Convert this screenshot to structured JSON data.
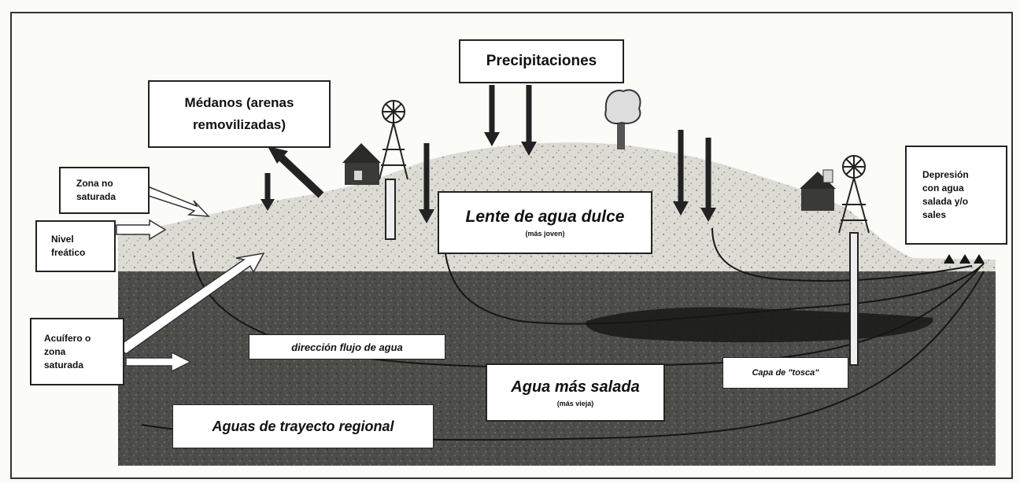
{
  "labels": {
    "precipitaciones": "Precipitaciones",
    "medanos_line1": "Médanos (arenas",
    "medanos_line2": "removilizadas)",
    "zona_no_saturada_line1": "Zona no",
    "zona_no_saturada_line2": "saturada",
    "nivel_freatico_line1": "Nivel",
    "nivel_freatico_line2": "freático",
    "acuifero_line1": "Acuífero o",
    "acuifero_line2": "zona",
    "acuifero_line3": "saturada",
    "lente_title": "Lente de agua dulce",
    "lente_sub": "(más joven)",
    "direccion_flujo": "dirección flujo de agua",
    "agua_salada_title": "Agua más salada",
    "agua_salada_sub": "(más vieja)",
    "aguas_regional": "Aguas de trayecto regional",
    "capa_tosca": "Capa de \"tosca\"",
    "depresion_line1": "Depresión",
    "depresion_line2": "con agua",
    "depresion_line3": "salada y/o",
    "depresion_line4": "sales"
  },
  "colors": {
    "sand": "#d9d9d2",
    "saturated": "#4a4a47",
    "tosca": "#1c1c1a",
    "ink": "#111111"
  },
  "icons": [
    "house-icon",
    "windmill-icon",
    "tree-icon",
    "arrow-icon"
  ]
}
